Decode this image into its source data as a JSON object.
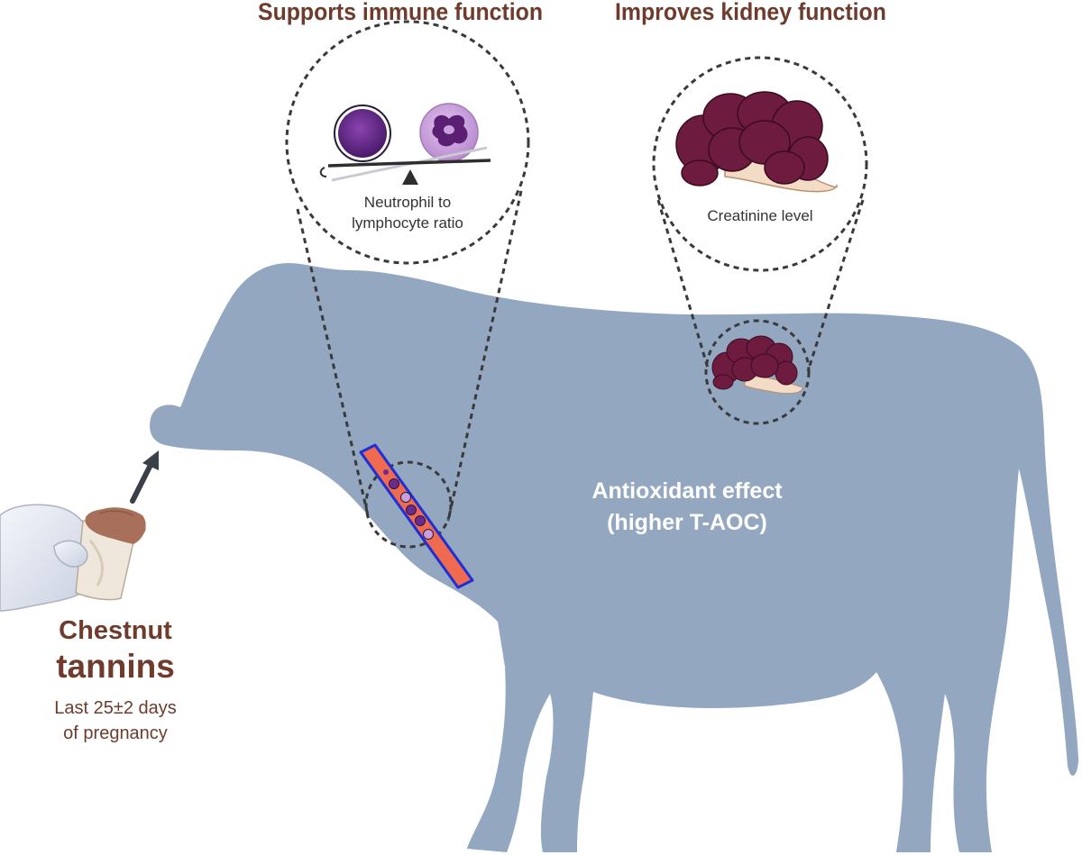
{
  "headings": {
    "immune": "Supports immune function",
    "kidney": "Improves kidney function"
  },
  "immune_circle": {
    "label_line1": "Neutrophil to",
    "label_line2": "lymphocyte ratio"
  },
  "kidney_circle": {
    "label": "Creatinine level"
  },
  "body_effect": {
    "line1": "Antioxidant effect",
    "line2": "(higher T-AOC)"
  },
  "supplement": {
    "name_line1": "Chestnut",
    "name_line2": "tannins",
    "period_line1": "Last 25±2 days",
    "period_line2": "of pregnancy"
  },
  "colors": {
    "cow": "#93a7c1",
    "heading_brown": "#6e3b2d",
    "kidney": "#6d1b3e",
    "lymphocyte": "#6b2c8e",
    "neutrophil": "#c9a0dc",
    "vessel_red": "#f06a50",
    "vessel_blue": "#1f2fd6",
    "powder": "#a8705a"
  },
  "icons": [
    "cow-silhouette-icon",
    "lymphocyte-icon",
    "neutrophil-icon",
    "balance-scale-icon",
    "kidney-icon",
    "blood-vessel-icon",
    "gloved-hand-icon",
    "powder-jar-icon",
    "arrow-icon"
  ]
}
